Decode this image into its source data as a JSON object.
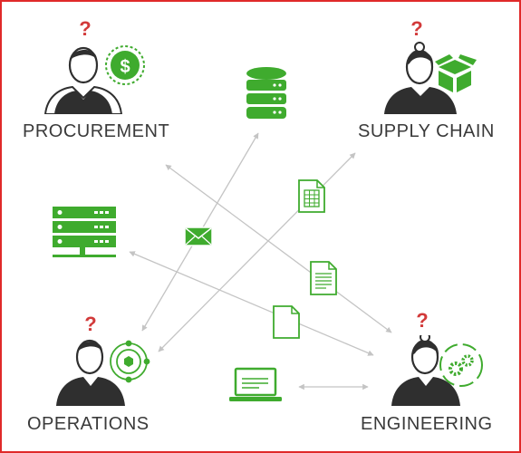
{
  "colors": {
    "border": "#e02a2a",
    "accent": "#3fab2e",
    "question": "#d23a3a",
    "person": "#2f2f2f",
    "connector": "#c4c4c4",
    "label": "#3a3a3a"
  },
  "roles": {
    "procurement": {
      "label": "PROCUREMENT",
      "question": "?",
      "badge_icon": "dollar-coin-icon"
    },
    "supply_chain": {
      "label": "SUPPLY CHAIN",
      "question": "?",
      "badge_icon": "open-box-icon"
    },
    "operations": {
      "label": "OPERATIONS",
      "question": "?",
      "badge_icon": "process-cycle-icon"
    },
    "engineering": {
      "label": "ENGINEERING",
      "question": "?",
      "badge_icon": "gears-cycle-icon"
    }
  },
  "items": [
    "database-icon",
    "server-rack-icon",
    "envelope-icon",
    "spreadsheet-document-icon",
    "text-document-icon",
    "blank-document-icon",
    "laptop-icon"
  ]
}
